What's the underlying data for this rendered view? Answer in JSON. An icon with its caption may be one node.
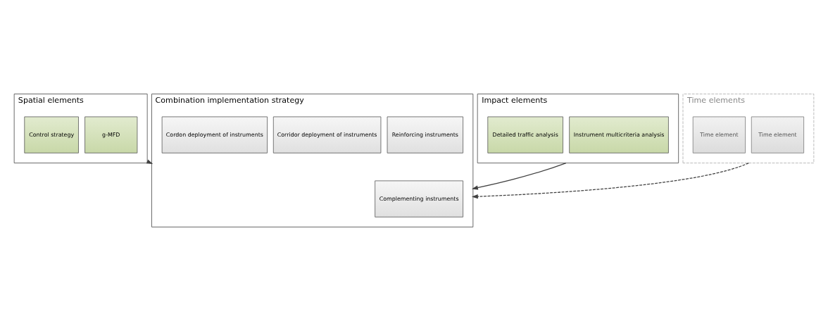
{
  "diagram": {
    "nodes": [
      {
        "text": [
          "Spatial elements"
        ]
      },
      {
        "text": [
          "g-MFD"
        ],
        "in": 0
      },
      {
        "text": [
          "Control strategy"
        ],
        "in": 0
      },
      {
        "text": [
          "Impact elements"
        ]
      },
      {
        "text": [
          "Instrument multicriteria analysis"
        ],
        "in": 3
      },
      {
        "text": [
          "Detailed traffic analysis"
        ],
        "in": 3
      },
      {
        "text": [
          "Time elements"
        ]
      },
      {
        "text": [
          "Time element"
        ],
        "in": 6
      },
      {
        "text": [
          "Time element"
        ],
        "in": 6
      },
      {
        "text": [
          "Combination implementation strategy"
        ]
      },
      {
        "text": [
          "Reinforcing instruments"
        ],
        "in": 9
      },
      {
        "text": [
          "Complementing instruments"
        ],
        "in": 9
      },
      {
        "text": [
          "Corridor deployment of instruments"
        ],
        "in": 9
      },
      {
        "text": [
          "Cordon deployment of instruments"
        ],
        "in": 9
      }
    ],
    "edges": [
      {
        "from": 0,
        "to": 9,
        "arrow": "to"
      },
      {
        "from": 3,
        "to": 9,
        "arrow": "to"
      },
      {
        "from": 6,
        "to": 9,
        "arrow": "to",
        "style": "dashed"
      }
    ]
  }
}
